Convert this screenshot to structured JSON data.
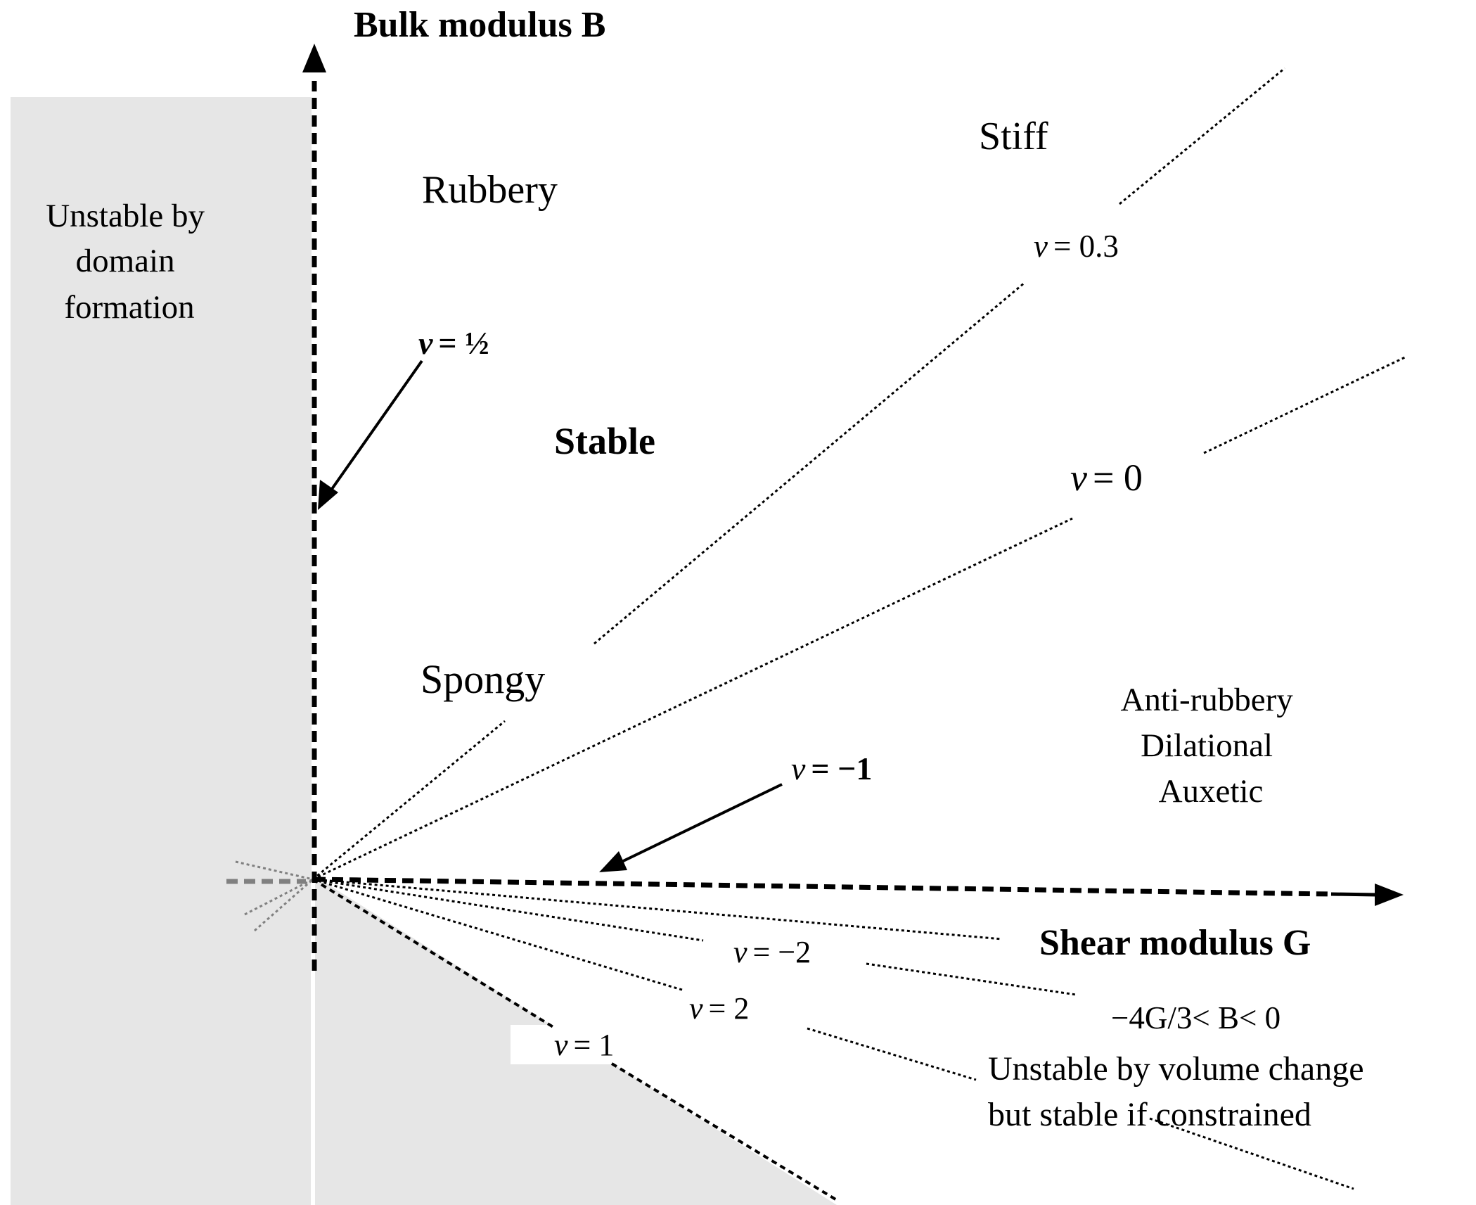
{
  "axes": {
    "y_label": "Bulk modulus B",
    "x_label": "Shear modulus G"
  },
  "regions": {
    "unstable_domain": [
      "Unstable by",
      "domain",
      "formation"
    ],
    "stable": "Stable",
    "rubbery": "Rubbery",
    "stiff": "Stiff",
    "spongy": "Spongy",
    "anti_rubbery": [
      "Anti-rubbery",
      "Dilational",
      "Auxetic"
    ],
    "constrained_range": "−4G/3< B< 0",
    "unstable_volume": [
      "Unstable by volume change",
      "but stable if constrained"
    ]
  },
  "poisson_lines": {
    "symbol": "v",
    "half": "= ½",
    "p03": "= 0.3",
    "zero": "= 0",
    "minus1": "= −1",
    "minus2": "= −2",
    "two": "= 2",
    "one": "= 1"
  },
  "colors": {
    "unstable_fill": "#e6e6e6",
    "line": "#000000",
    "gray_line": "#808080"
  }
}
